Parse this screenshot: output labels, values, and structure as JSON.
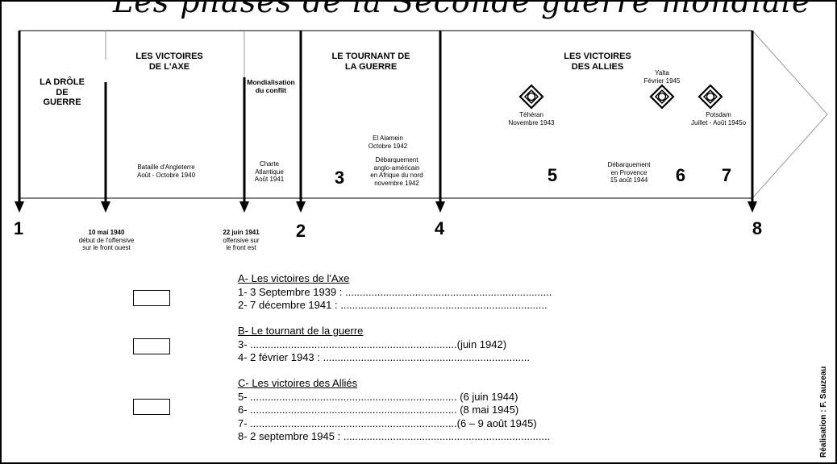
{
  "title": "Les phases de la Seconde guerre mondiale",
  "phases": {
    "drole": [
      "LA DRÔLE",
      "DE",
      "GUERRE"
    ],
    "axe": [
      "LES VICTOIRES",
      "DE L'AXE"
    ],
    "mondialisation": [
      "Mondialisation",
      "du conflit"
    ],
    "tournant": [
      "LE TOURNANT DE",
      "LA GUERRE"
    ],
    "allies": [
      "LES VICTOIRES",
      "DES ALLIES"
    ]
  },
  "events": {
    "angleterre": [
      "Bataille d'Angleterre",
      "Août - Octobre 1940"
    ],
    "charte": [
      "Charte",
      "Atlantique",
      "Août 1941"
    ],
    "alamein": [
      "El Alamein",
      "Octobre 1942"
    ],
    "debarquement_afrique": [
      "Débarquement",
      "anglo-américain",
      "en Afrique du nord",
      "novembre 1942"
    ],
    "teheran": [
      "Téhéran",
      "Novembre 1943"
    ],
    "yalta": [
      "Yalta",
      "Février 1945"
    ],
    "potsdam": [
      "Potsdam",
      "Juillet - Août 1945o"
    ],
    "provence": [
      "Débarquement",
      "en Provence",
      "15 août 1944"
    ]
  },
  "marker_numbers": [
    "1",
    "2",
    "3",
    "4",
    "5",
    "6",
    "7",
    "8"
  ],
  "arrow_dates": {
    "mai": [
      "10 mai 1940",
      "début de l'offensive",
      "sur le front ouest"
    ],
    "juin": [
      "22 juin 1941",
      "offensive sur",
      "le front est"
    ]
  },
  "legend": {
    "a_title": "A- Les victoires de l'Axe",
    "a1": "1- 3 Septembre 1939 : .......................................................................",
    "a2": "2- 7 décembre 1941 : .......................................................................",
    "b_title": "B- Le tournant de la guerre",
    "b3": "3- .......................................................................(juin 1942)",
    "b4": "4- 2 février 1943 : .......................................................................",
    "c_title": "C- Les victoires des Alliés",
    "c5": "5- ....................................................................... (6 juin 1944)",
    "c6": "6- ....................................................................... (8 mai 1945)",
    "c7": "7- .......................................................................(6 – 9 août 1945)",
    "c8": "8- 2 septembre 1945 : ......................................................................."
  },
  "credit": "Réalisation : F. Sauzeau"
}
